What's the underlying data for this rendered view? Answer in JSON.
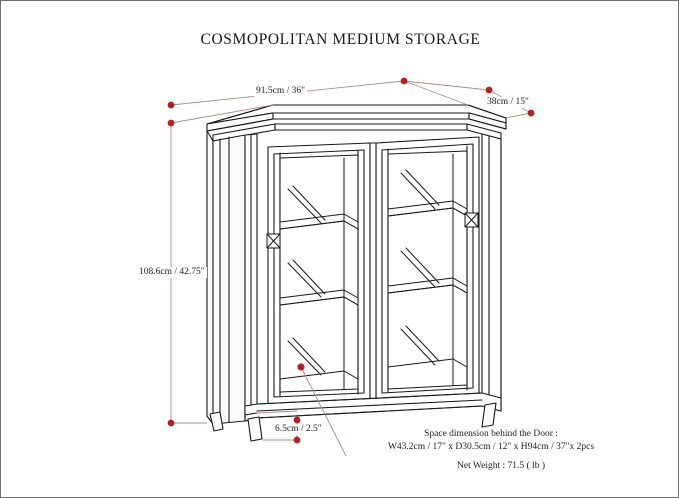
{
  "page": {
    "title": "COSMOPOLITAN MEDIUM STORAGE",
    "border_color": "#6e6e6e",
    "background": "#ffffff"
  },
  "colors": {
    "dimension_line": "#b08a8a",
    "dimension_dot": "#b81e1e",
    "outline": "#1a1a1a",
    "text": "#1f1f1f"
  },
  "dimensions": {
    "width": "91.5cm / 36\"",
    "depth": "38cm / 15\"",
    "height": "108.6cm / 42.75\"",
    "base_height": "6.5cm / 2.5\""
  },
  "notes": {
    "space_title": "Space dimension behind the Door :",
    "space_value": "W43.2cm / 17\" x D30.5cm / 12\" x H94cm / 37\"x 2pcs",
    "net_weight": "Net Weight : 71.5 ( lb )"
  },
  "product": {
    "type": "storage-cabinet",
    "doors": 2,
    "door_material": "glass",
    "shelves_per_side": 2,
    "knob_icon": "x-square-knob-icon",
    "legs": 4
  },
  "chart_data": {
    "type": "technical-drawing",
    "title": "COSMOPOLITAN MEDIUM STORAGE",
    "view": "isometric",
    "annotations": [
      {
        "label": "91.5cm / 36\"",
        "measures": "width",
        "position": "top"
      },
      {
        "label": "38cm / 15\"",
        "measures": "depth",
        "position": "top-right"
      },
      {
        "label": "108.6cm / 42.75\"",
        "measures": "height",
        "position": "left"
      },
      {
        "label": "6.5cm / 2.5\"",
        "measures": "base height",
        "position": "bottom"
      }
    ]
  }
}
